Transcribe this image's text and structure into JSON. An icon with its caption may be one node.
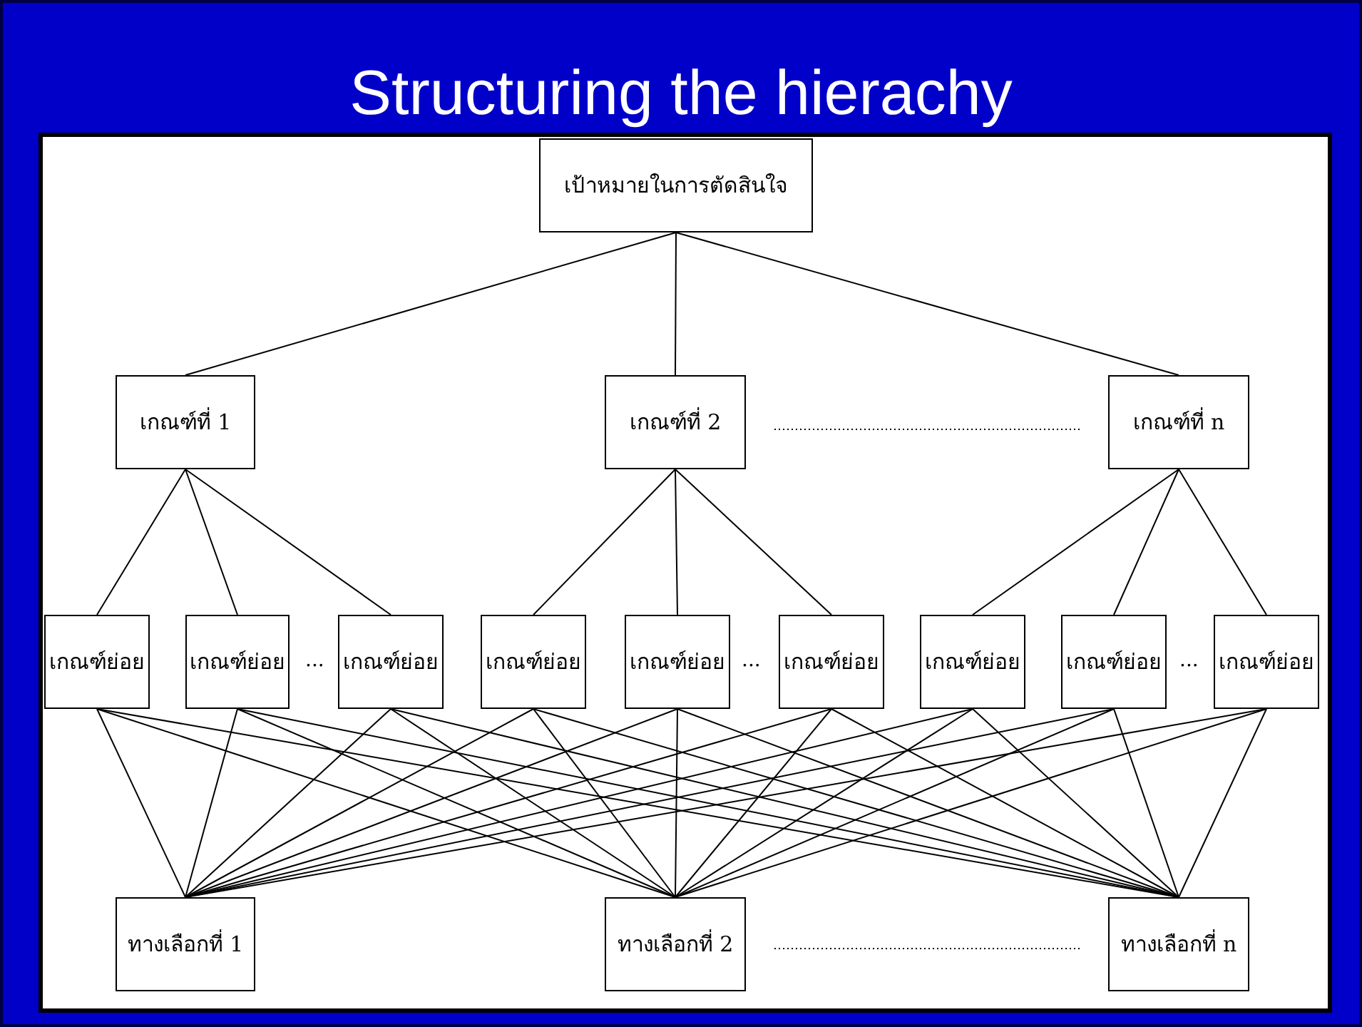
{
  "diagram": {
    "title": "Structuring the hierachy",
    "nodes": [
      {
        "text": [
          "เป้าหมายในการตัดสินใจ"
        ]
      },
      {
        "text": [
          "เกณฑ์ที่ 1"
        ]
      },
      {
        "text": [
          "เกณฑ์ที่ 2"
        ]
      },
      {
        "text": [
          "เกณฑ์ที่ n"
        ]
      },
      {
        "text": [
          "เกณฑ์ย่อย"
        ]
      },
      {
        "text": [
          "เกณฑ์ย่อย"
        ]
      },
      {
        "text": [
          "เกณฑ์ย่อย"
        ]
      },
      {
        "text": [
          "เกณฑ์ย่อย"
        ]
      },
      {
        "text": [
          "เกณฑ์ย่อย"
        ]
      },
      {
        "text": [
          "เกณฑ์ย่อย"
        ]
      },
      {
        "text": [
          "เกณฑ์ย่อย"
        ]
      },
      {
        "text": [
          "เกณฑ์ย่อย"
        ]
      },
      {
        "text": [
          "เกณฑ์ย่อย"
        ]
      },
      {
        "text": [
          "ทางเลือกที่ 1"
        ]
      },
      {
        "text": [
          "ทางเลือกที่ 2"
        ]
      },
      {
        "text": [
          "ทางเลือกที่ n"
        ]
      }
    ],
    "edges": [
      {
        "from": 0,
        "to": 1,
        "arrow": "none"
      },
      {
        "from": 0,
        "to": 2,
        "arrow": "none"
      },
      {
        "from": 0,
        "to": 3,
        "arrow": "none"
      },
      {
        "from": 1,
        "to": 4,
        "arrow": "none"
      },
      {
        "from": 1,
        "to": 5,
        "arrow": "none"
      },
      {
        "from": 1,
        "to": 6,
        "arrow": "none"
      },
      {
        "from": 2,
        "to": 7,
        "arrow": "none"
      },
      {
        "from": 2,
        "to": 8,
        "arrow": "none"
      },
      {
        "from": 2,
        "to": 9,
        "arrow": "none"
      },
      {
        "from": 3,
        "to": 10,
        "arrow": "none"
      },
      {
        "from": 3,
        "to": 11,
        "arrow": "none"
      },
      {
        "from": 3,
        "to": 12,
        "arrow": "none"
      },
      {
        "from": 4,
        "to": 13,
        "arrow": "none"
      },
      {
        "from": 4,
        "to": 14,
        "arrow": "none"
      },
      {
        "from": 4,
        "to": 15,
        "arrow": "none"
      },
      {
        "from": 5,
        "to": 13,
        "arrow": "none"
      },
      {
        "from": 5,
        "to": 14,
        "arrow": "none"
      },
      {
        "from": 5,
        "to": 15,
        "arrow": "none"
      },
      {
        "from": 6,
        "to": 13,
        "arrow": "none"
      },
      {
        "from": 6,
        "to": 14,
        "arrow": "none"
      },
      {
        "from": 6,
        "to": 15,
        "arrow": "none"
      },
      {
        "from": 7,
        "to": 13,
        "arrow": "none"
      },
      {
        "from": 7,
        "to": 14,
        "arrow": "none"
      },
      {
        "from": 7,
        "to": 15,
        "arrow": "none"
      },
      {
        "from": 8,
        "to": 13,
        "arrow": "none"
      },
      {
        "from": 8,
        "to": 14,
        "arrow": "none"
      },
      {
        "from": 8,
        "to": 15,
        "arrow": "none"
      },
      {
        "from": 9,
        "to": 13,
        "arrow": "none"
      },
      {
        "from": 9,
        "to": 14,
        "arrow": "none"
      },
      {
        "from": 9,
        "to": 15,
        "arrow": "none"
      },
      {
        "from": 10,
        "to": 13,
        "arrow": "none"
      },
      {
        "from": 10,
        "to": 14,
        "arrow": "none"
      },
      {
        "from": 10,
        "to": 15,
        "arrow": "none"
      },
      {
        "from": 11,
        "to": 13,
        "arrow": "none"
      },
      {
        "from": 11,
        "to": 14,
        "arrow": "none"
      },
      {
        "from": 11,
        "to": 15,
        "arrow": "none"
      },
      {
        "from": 12,
        "to": 13,
        "arrow": "none"
      },
      {
        "from": 12,
        "to": 14,
        "arrow": "none"
      },
      {
        "from": 12,
        "to": 15,
        "arrow": "none"
      }
    ],
    "labels": [
      "...",
      "...",
      "..."
    ]
  }
}
